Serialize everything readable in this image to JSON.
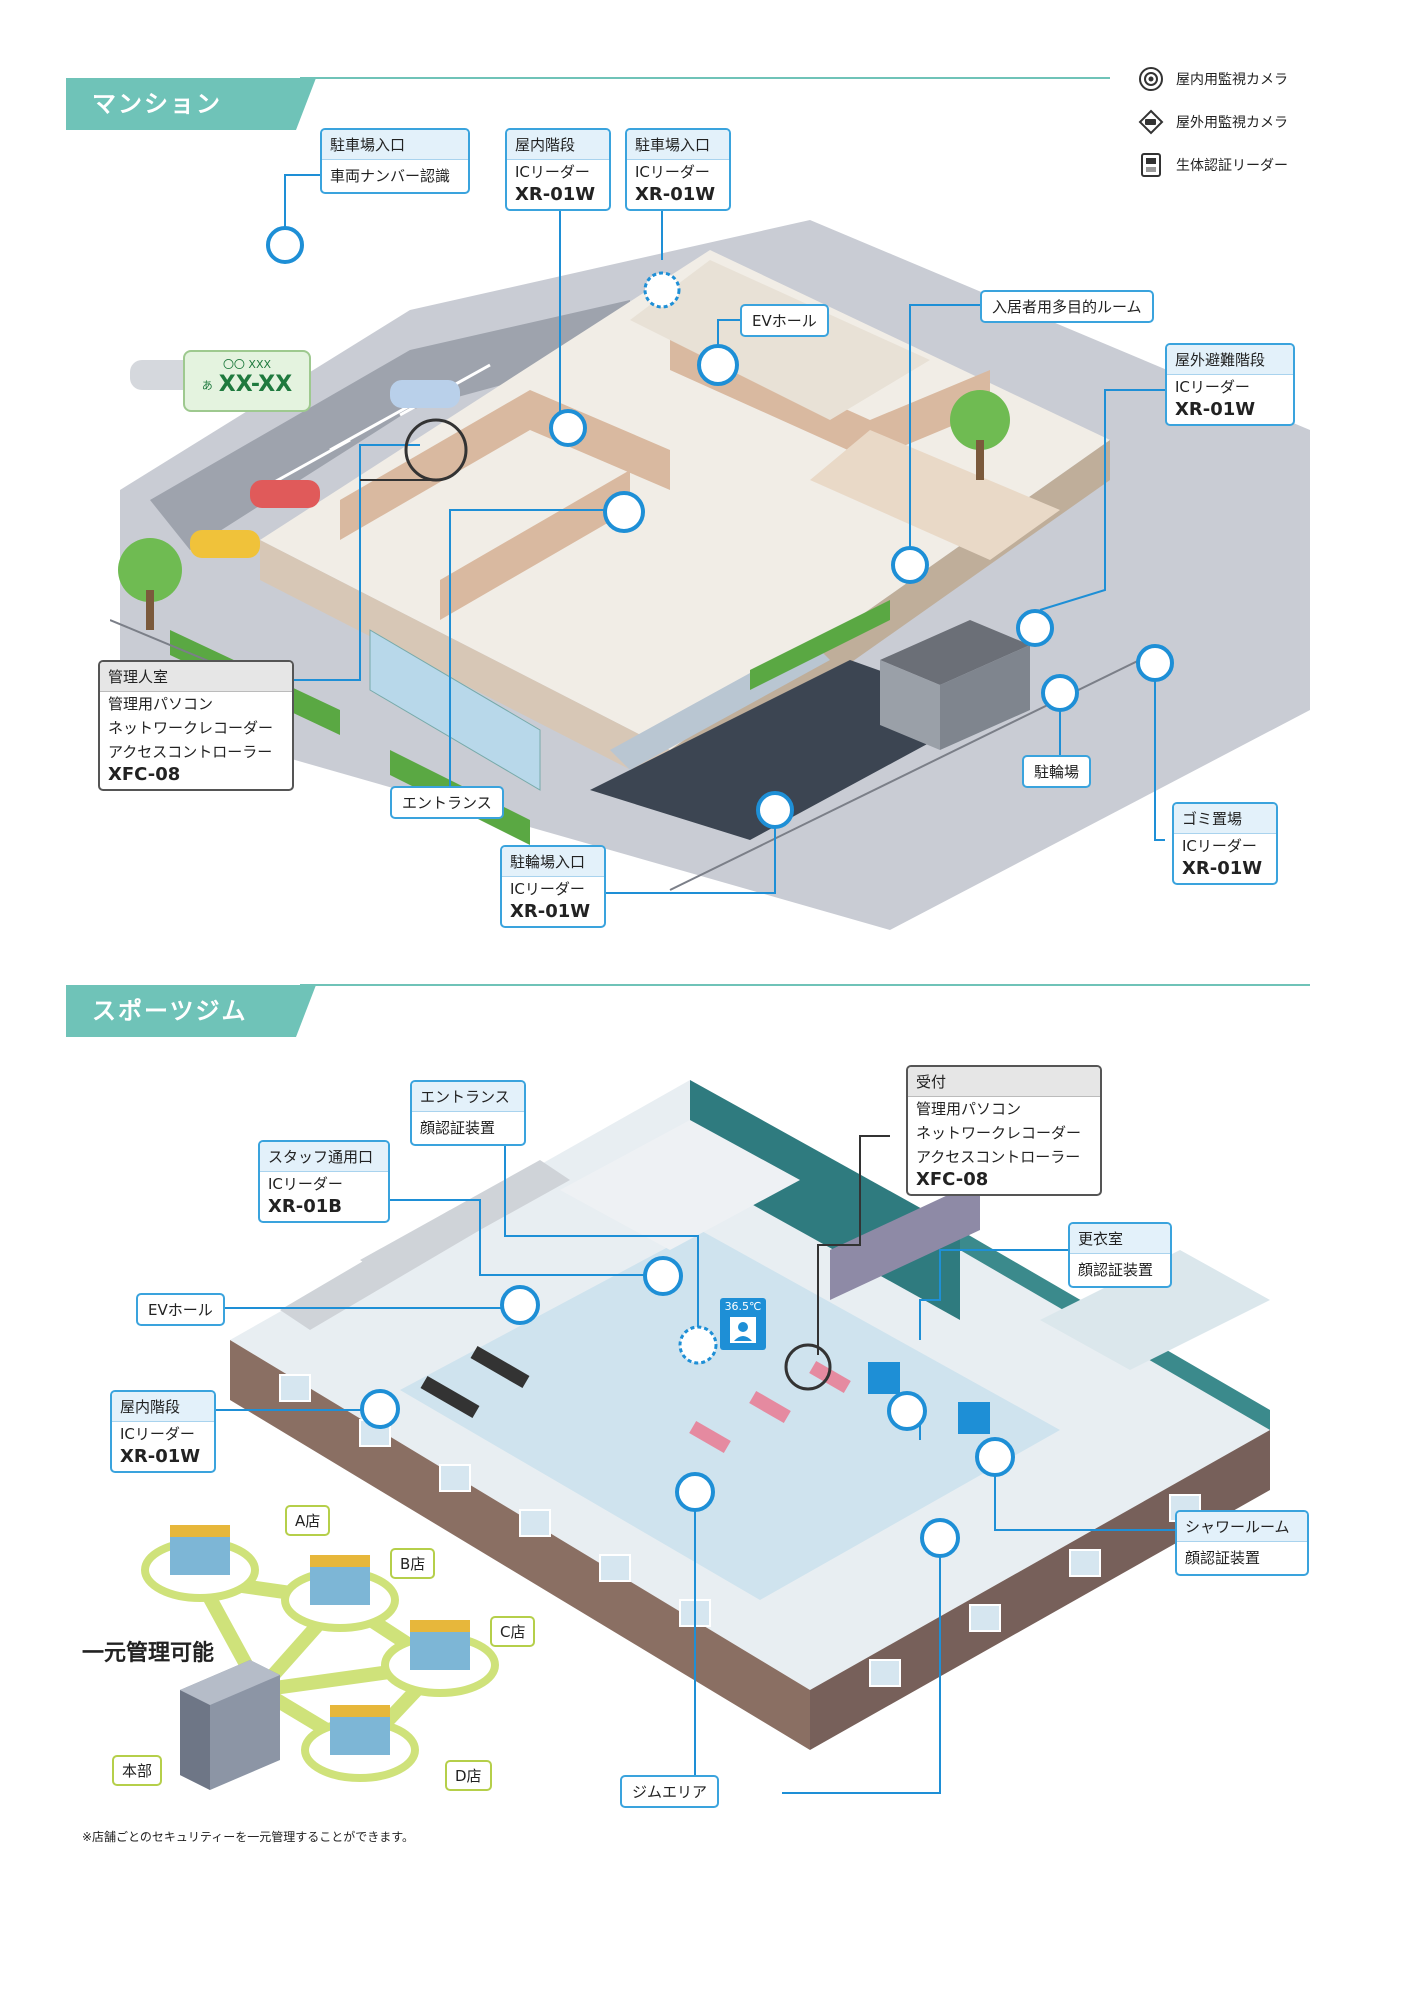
{
  "legend": [
    {
      "icon": "indoor-camera-icon",
      "label": "屋内用監視カメラ"
    },
    {
      "icon": "outdoor-camera-icon",
      "label": "屋外用監視カメラ"
    },
    {
      "icon": "biometric-reader-icon",
      "label": "生体認証リーダー"
    }
  ],
  "colors": {
    "accent": "#6fc3b8",
    "callout_border": "#3aa3dd",
    "device_ring": "#1e8fd6"
  },
  "mansion": {
    "title": "マンション",
    "callouts": {
      "parking_entrance": {
        "head": "駐車場入口",
        "line1": "車両ナンバー認識"
      },
      "indoor_stairs": {
        "head": "屋内階段",
        "line1": "ICリーダー",
        "model": "XR-01W"
      },
      "parking_entrance2": {
        "head": "駐車場入口",
        "line1": "ICリーダー",
        "model": "XR-01W"
      },
      "ev_hall": {
        "label": "EVホール"
      },
      "multi_room": {
        "label": "入居者用多目的ルーム"
      },
      "outdoor_stairs": {
        "head": "屋外避難階段",
        "line1": "ICリーダー",
        "model": "XR-01W"
      },
      "manager_room": {
        "head": "管理人室",
        "line1": "管理用パソコン",
        "line2": "ネットワークレコーダー",
        "line3": "アクセスコントローラー",
        "model": "XFC-08"
      },
      "entrance": {
        "label": "エントランス"
      },
      "bike_parking": {
        "label": "駐輪場"
      },
      "bike_entrance": {
        "head": "駐輪場入口",
        "line1": "ICリーダー",
        "model": "XR-01W"
      },
      "garbage": {
        "head": "ゴミ置場",
        "line1": "ICリーダー",
        "model": "XR-01W"
      }
    },
    "plate": {
      "top": "〇〇 XXX",
      "kana": "あ",
      "number": "XX-XX"
    }
  },
  "gym": {
    "title": "スポーツジム",
    "callouts": {
      "entrance": {
        "head": "エントランス",
        "line1": "顔認証装置"
      },
      "staff": {
        "head": "スタッフ通用口",
        "line1": "ICリーダー",
        "model": "XR-01B"
      },
      "reception": {
        "head": "受付",
        "line1": "管理用パソコン",
        "line2": "ネットワークレコーダー",
        "line3": "アクセスコントローラー",
        "model": "XFC-08"
      },
      "locker": {
        "head": "更衣室",
        "line1": "顔認証装置"
      },
      "ev_hall": {
        "label": "EVホール"
      },
      "indoor_stairs": {
        "head": "屋内階段",
        "line1": "ICリーダー",
        "model": "XR-01W"
      },
      "shower": {
        "head": "シャワールーム",
        "line1": "顔認証装置"
      },
      "gym_area": {
        "label": "ジムエリア"
      }
    },
    "temperature": "36.5℃",
    "network": {
      "title": "一元管理可能",
      "hq": "本部",
      "stores": [
        "A店",
        "B店",
        "C店",
        "D店"
      ]
    },
    "note": "※店舗ごとのセキュリティーを一元管理することができます。"
  }
}
